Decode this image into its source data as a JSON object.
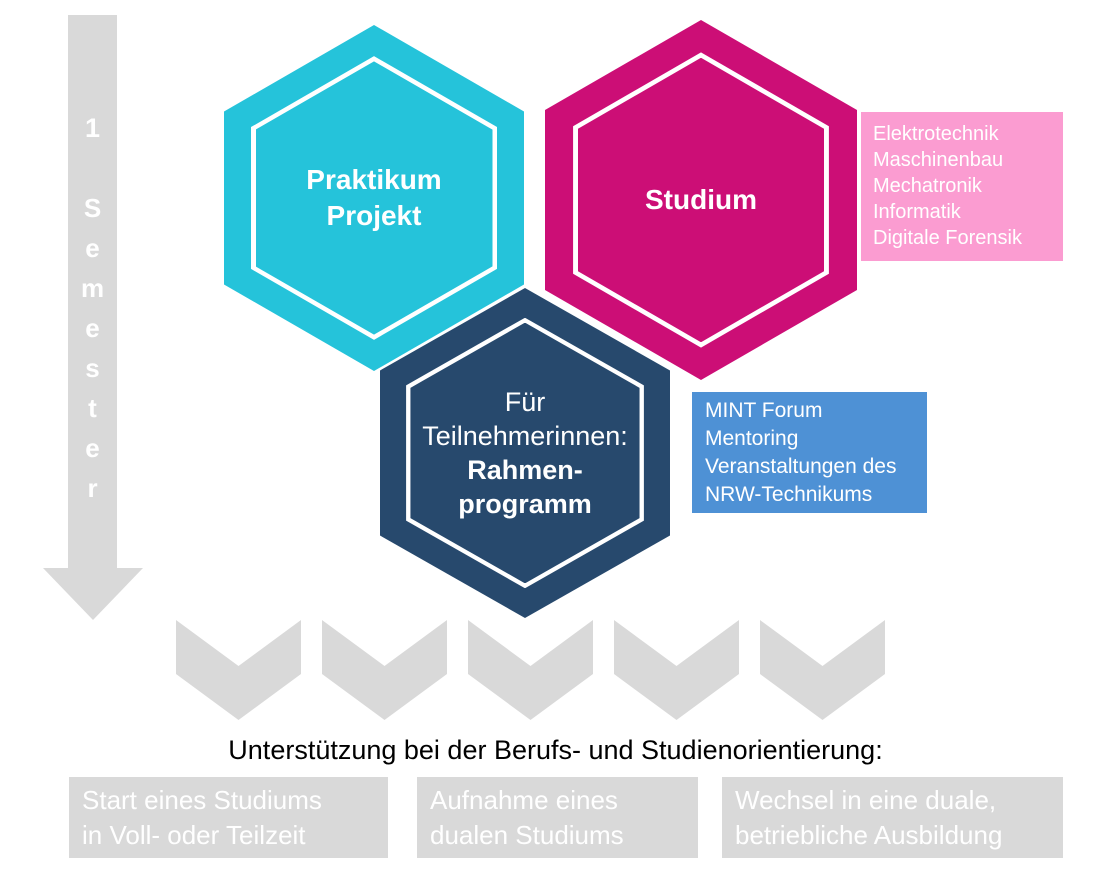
{
  "colors": {
    "cyan": "#25C3DA",
    "magenta": "#CC0E76",
    "navy": "#27496D",
    "pink": "#FB9CD1",
    "blue": "#4E91D5",
    "gray": "#D9D9D9"
  },
  "timeline": {
    "number": "1",
    "word": "Semester"
  },
  "hexagons": {
    "praktikum": {
      "lines": [
        "Praktikum",
        "Projekt"
      ]
    },
    "studium": {
      "label": "Studium"
    },
    "rahmenprogramm": {
      "lines": [
        "Für",
        "Teilnehmerinnen:",
        "Rahmen-",
        "programm"
      ]
    }
  },
  "callouts": {
    "studium_fields": {
      "items": [
        "Elektrotechnik",
        "Maschinenbau",
        "Mechatronik",
        "Informatik",
        "Digitale Forensik"
      ]
    },
    "rahmenprogramm_items": {
      "items": [
        "MINT Forum",
        "Mentoring",
        "Veranstaltungen des NRW-Technikums"
      ]
    }
  },
  "outcome": {
    "heading": "Unterstützung bei der Berufs- und Studienorientierung:",
    "options": [
      {
        "lines": [
          "Start eines Studiums",
          "in Voll- oder Teilzeit"
        ]
      },
      {
        "lines": [
          "Aufnahme eines",
          "dualen Studiums"
        ]
      },
      {
        "lines": [
          "Wechsel in eine duale,",
          "betriebliche Ausbildung"
        ]
      }
    ]
  }
}
